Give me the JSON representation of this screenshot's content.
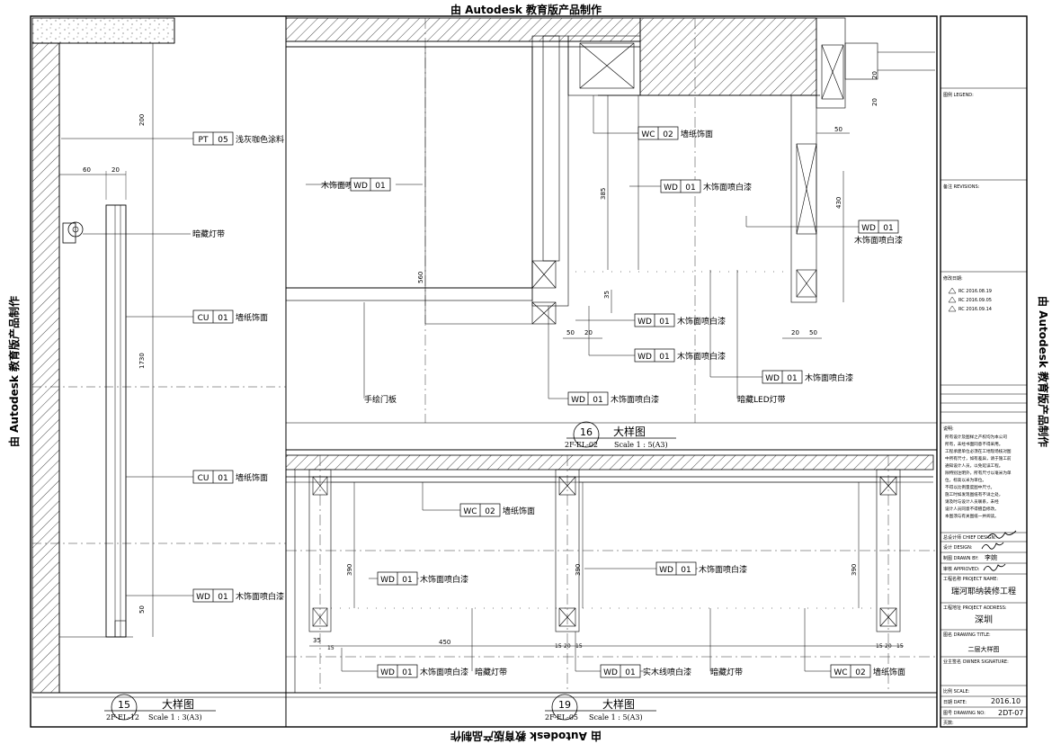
{
  "watermark": "由 Autodesk 教育版产品制作",
  "details": {
    "d15": {
      "num": "15",
      "title": "大样图",
      "ref": "2F-EL-12",
      "scale": "Scale 1 : 3(A3)"
    },
    "d16": {
      "num": "16",
      "title": "大样图",
      "ref": "2F-EL-02",
      "scale": "Scale 1 : 5(A3)"
    },
    "d19": {
      "num": "19",
      "title": "大样图",
      "ref": "2F-EL-05",
      "scale": "Scale 1 : 5(A3)"
    }
  },
  "tags": {
    "pt05": {
      "code": "PT",
      "num": "05",
      "desc": "浅灰咖色涂料"
    },
    "cu01a": {
      "code": "CU",
      "num": "01",
      "desc": "墙纸饰面"
    },
    "cu01b": {
      "code": "CU",
      "num": "01",
      "desc": "墙纸饰面"
    },
    "wd01_15": {
      "code": "WD",
      "num": "01",
      "desc": "木饰面喷白漆"
    },
    "wd01_16a": {
      "code": "WD",
      "num": "01",
      "desc": "木饰面喷白漆"
    },
    "wc02_16": {
      "code": "WC",
      "num": "02",
      "desc": "墙纸饰面"
    },
    "wd01_16b": {
      "code": "WD",
      "num": "01",
      "desc": "木饰面喷白漆"
    },
    "wd01_16c": {
      "code": "WD",
      "num": "01",
      "desc": "木饰面喷白漆"
    },
    "wd01_16d": {
      "code": "WD",
      "num": "01",
      "desc": "木饰面喷白漆"
    },
    "wd01_16e": {
      "code": "WD",
      "num": "01",
      "desc": "木饰面喷白漆"
    },
    "wd01_16f": {
      "code": "WD",
      "num": "01",
      "desc": "木饰面喷白漆"
    },
    "wd01_16g": {
      "code": "WD",
      "num": "01",
      "desc": "木饰面喷白漆"
    },
    "wc02_19": {
      "code": "WC",
      "num": "02",
      "desc": "墙纸饰面"
    },
    "wd01_19a": {
      "code": "WD",
      "num": "01",
      "desc": "木饰面喷白漆"
    },
    "wd01_19b": {
      "code": "WD",
      "num": "01",
      "desc": "木饰面喷白漆"
    },
    "wd01_19c": {
      "code": "WD",
      "num": "01",
      "desc": "木饰面喷白漆"
    },
    "wd01_19d": {
      "code": "WD",
      "num": "01",
      "desc": "实木线喷白漆"
    },
    "wc02_19b": {
      "code": "WC",
      "num": "02",
      "desc": "墙纸饰面"
    }
  },
  "labels": {
    "hidden_light": "暗藏灯带",
    "hand_door": "手绘门板",
    "hidden_led": "暗藏LED灯带",
    "wood_face_short": "木饰面喷白漆"
  },
  "dims": {
    "d200": "200",
    "d60": "60",
    "d20a": "20",
    "d1730": "1730",
    "d50": "50",
    "d560": "560",
    "d385": "385",
    "d35": "35",
    "d50b": "50",
    "d20b": "20",
    "d20c": "20",
    "d50c": "50",
    "d430": "430",
    "d50d": "50",
    "d20e": "20",
    "d20f": "20",
    "d390a": "390",
    "d390b": "390",
    "d390c": "390",
    "d35b": "35",
    "d15a": "15",
    "d450": "450",
    "d15b": "15",
    "d20g": "20",
    "d15c": "15",
    "d15d": "15",
    "d20h": "20",
    "d15e": "15"
  },
  "title_block": {
    "legend": "图例 LEGEND:",
    "revisions": "备注 REVISIONS:",
    "rev_date": "修改日期:",
    "revs": [
      "RC 2016.08.19",
      "RC 2016.09.05",
      "RC 2016.09.14"
    ],
    "notes_title": "说明:",
    "notes": [
      "所有设计及图样之产权均为本公司",
      "所有，未经书面同意不得采用。",
      "工程承建单位必须在工地现场核对图",
      "中所有尺寸，如有差异，请于施工前",
      "通知设计人员，以免延误工程。",
      "除特别注明外，所有尺寸以毫米为单",
      "位，标高以米为单位。",
      "不得以比例量度图中尺寸。",
      "施工时如发现图纸有不详之处，",
      "请及时与设计人员联系，未经",
      "设计人员同意不得擅自修改。",
      "本图须与有关图纸一并阅读。"
    ],
    "chief": "总设计师 CHIEF DESIGN:",
    "design": "设计 DESIGN:",
    "drawn": "制图 DRAWN BY:",
    "drawn_name": "李婉",
    "approved": "审核 APPROVED:",
    "project_name_label": "工程名称 PROJECT NAME:",
    "project_name": "瑞河耶纳装修工程",
    "address_label": "工程地址 PROJECT ADDRESS:",
    "address": "深圳",
    "drawing_title_label": "图名 DRAWING TITLE:",
    "drawing_title": "二层大样图",
    "owner_label": "业主签名 OWNER SIGNATURE:",
    "scale_label": "比例 SCALE:",
    "date_label": "日期 DATE:",
    "date": "2016.10",
    "drawing_no_label": "图号 DRAWING NO:",
    "drawing_no": "2DT-07",
    "page_label": "页数:"
  }
}
